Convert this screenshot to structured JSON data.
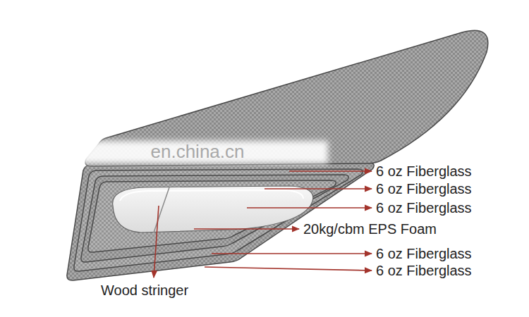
{
  "diagram": {
    "labels": [
      "en.china.cn",
      "6 oz Fiberglass",
      "6 oz Fiberglass",
      "6 oz Fiberglass",
      "20kg/cbm EPS Foam",
      "6 oz Fiberglass",
      "6 oz Fiberglass",
      "Wood stringer"
    ]
  }
}
